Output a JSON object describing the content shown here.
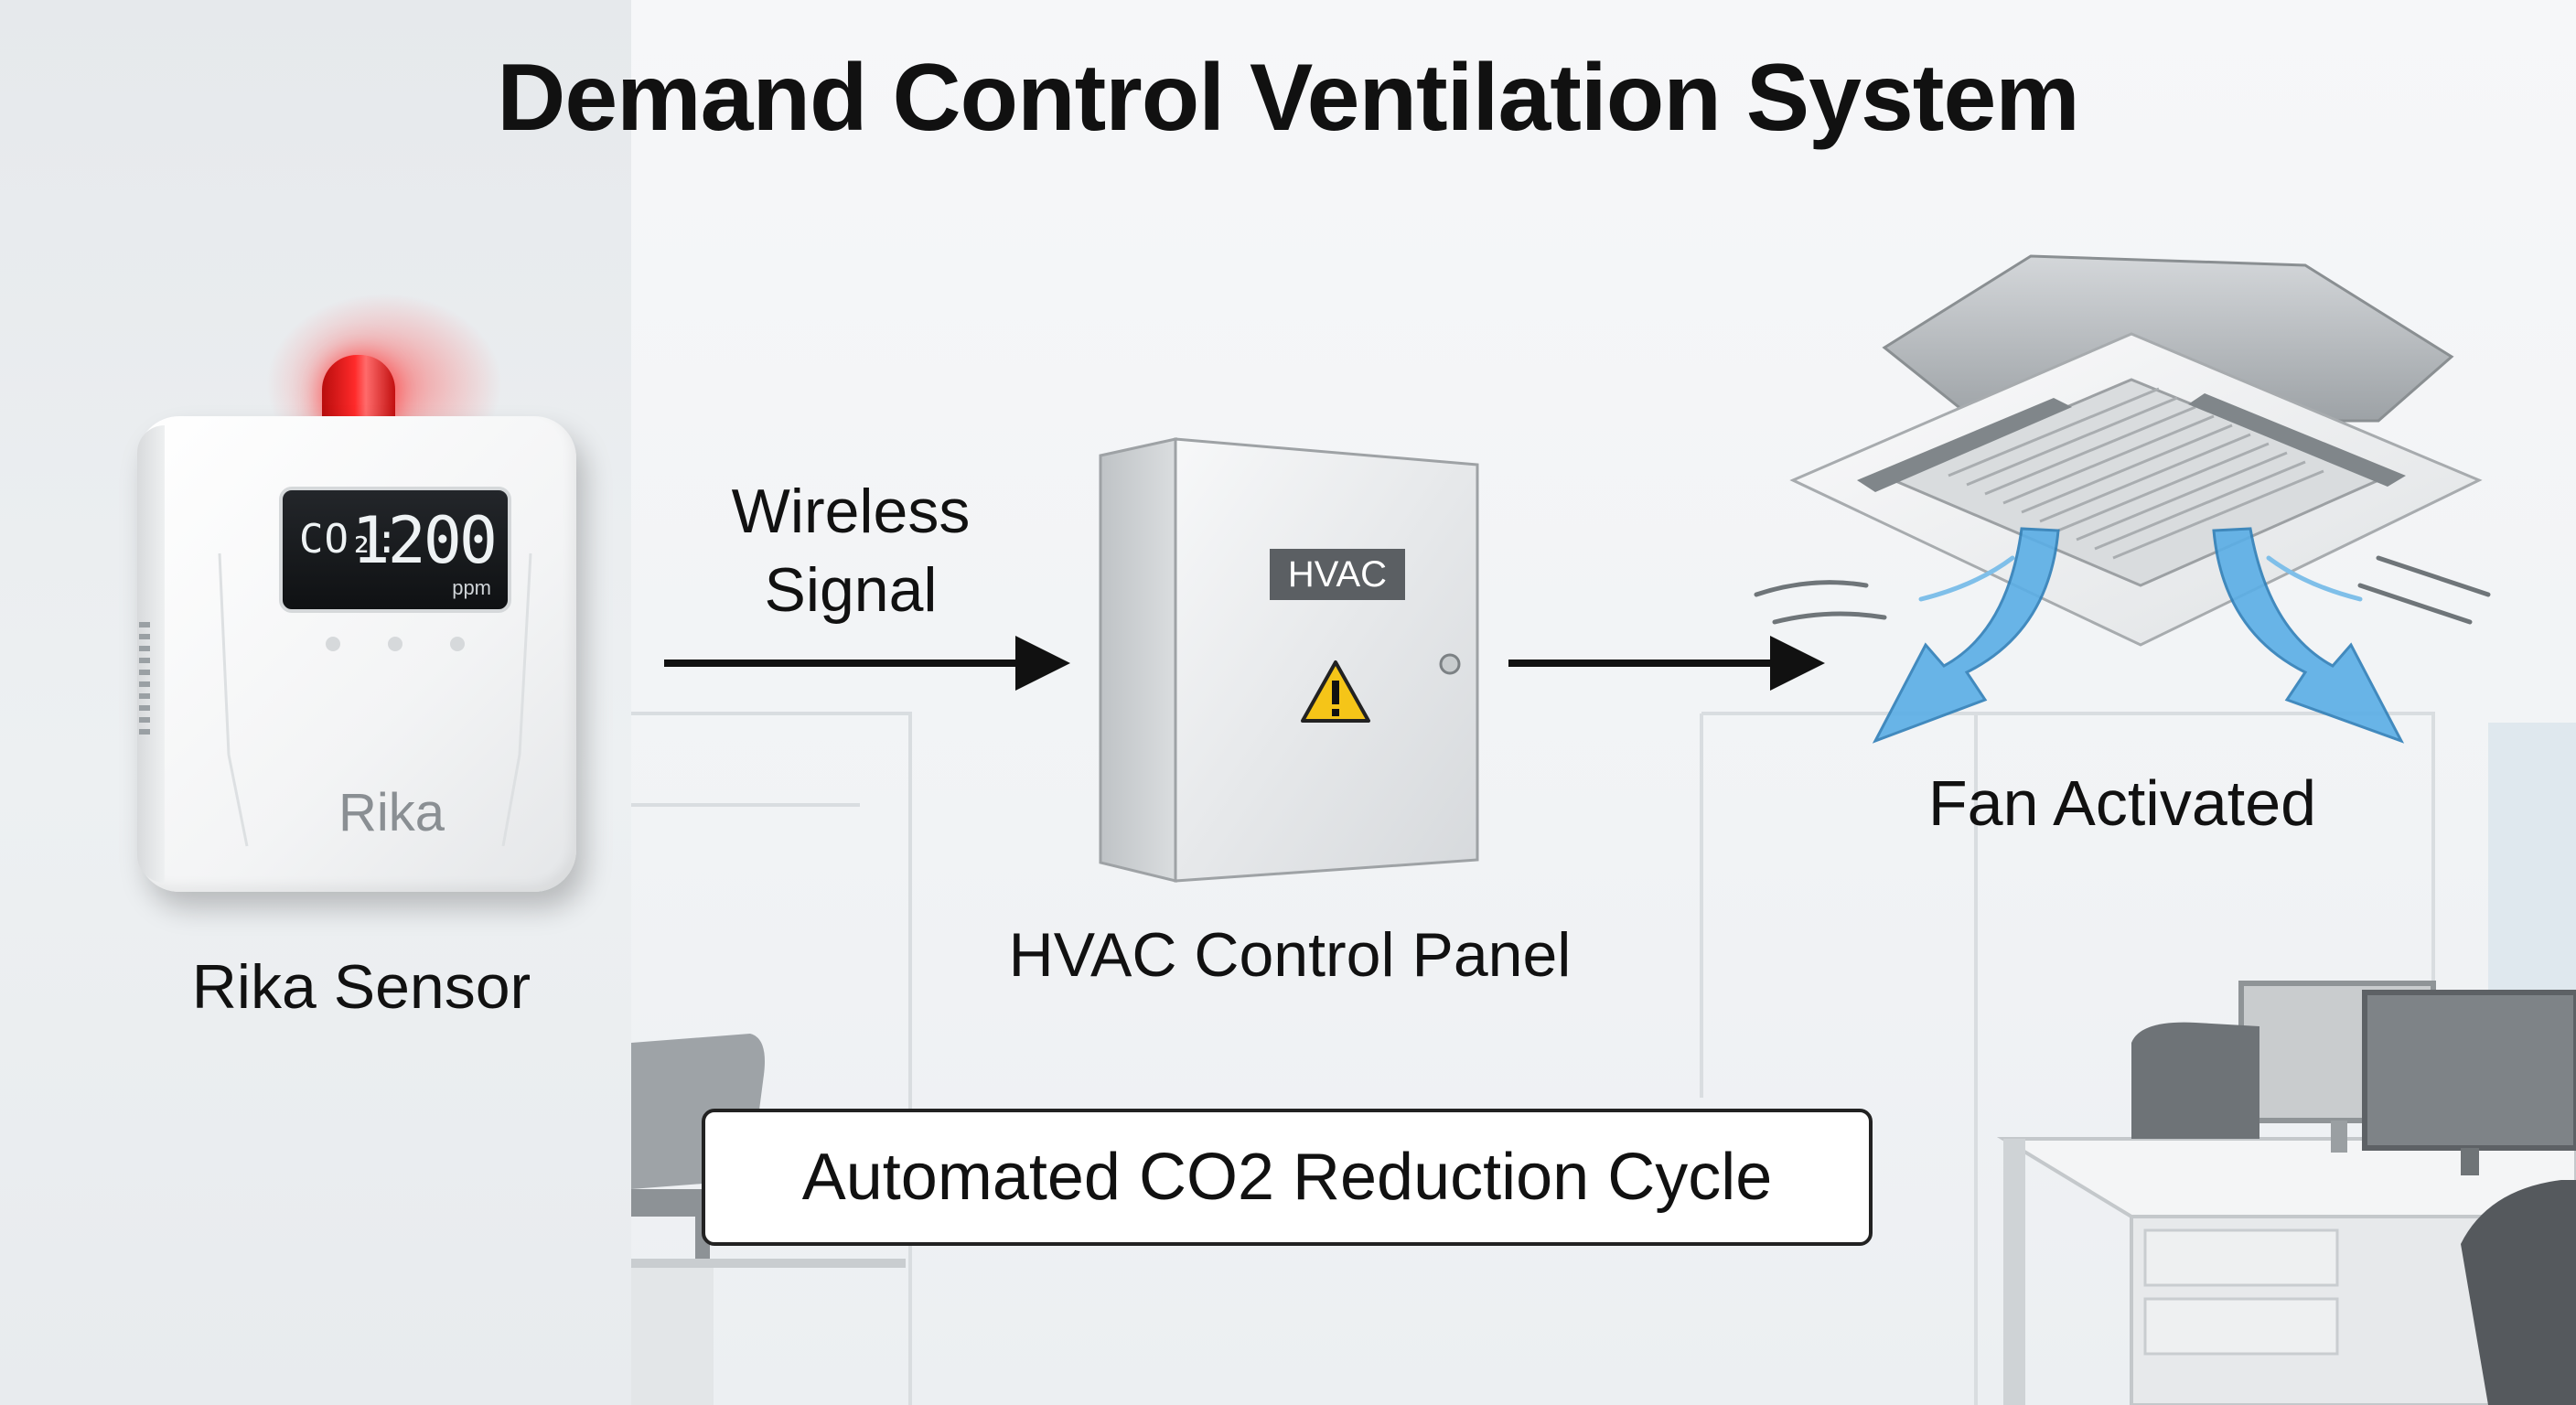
{
  "title": "Demand Control Ventilation System",
  "sensor": {
    "label": "Rika Sensor",
    "brand": "Rika",
    "display_gas": "CO₂:",
    "display_value": "1200",
    "display_unit": "ppm",
    "beacon_color": "#ff2a2a"
  },
  "signal": {
    "line1": "Wireless",
    "line2": "Signal"
  },
  "panel": {
    "tag": "HVAC",
    "label": "HVAC Control Panel",
    "icon": "warning-triangle-icon"
  },
  "fan": {
    "label": "Fan Activated",
    "airflow_color": "#5aaee6"
  },
  "footer": {
    "cycle_text": "Automated CO2 Reduction Cycle"
  }
}
